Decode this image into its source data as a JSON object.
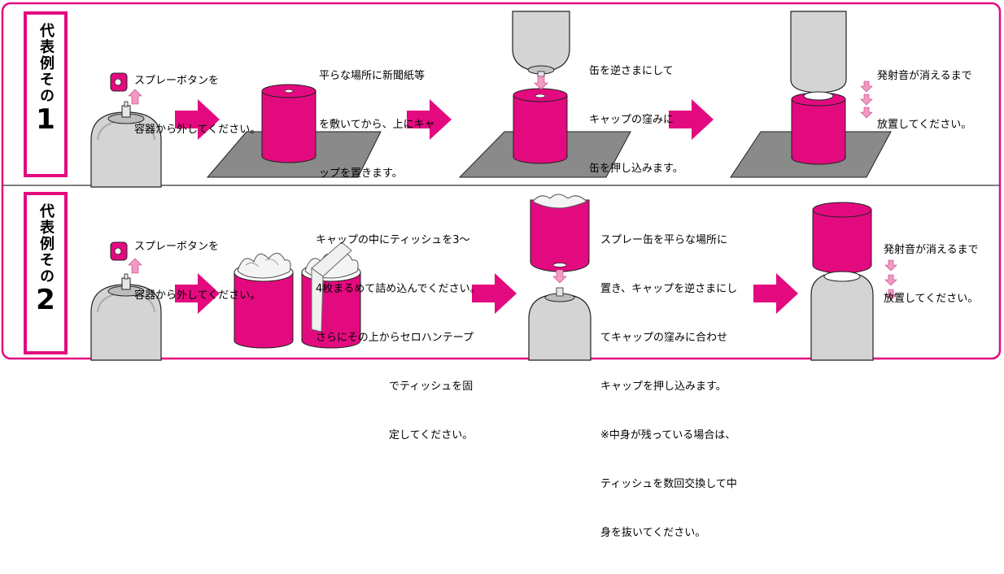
{
  "colors": {
    "accent": "#e30a7f",
    "arrow": "#e30a7f",
    "small_arrow": "#f29ac2",
    "floor": "#8a8a8a",
    "can": "#d4d4d4",
    "divider": "#555555"
  },
  "example1": {
    "tag_text": "代表例その",
    "tag_number": "1",
    "steps": [
      {
        "lines": [
          "スプレーボタンを",
          "容器から外してください。"
        ]
      },
      {
        "lines": [
          "平らな場所に新聞紙等",
          "を敷いてから、上にキャ",
          "ップを置きます。"
        ]
      },
      {
        "lines": [
          "缶を逆さまにして",
          "キャップの窪みに",
          "缶を押し込みます。"
        ]
      },
      {
        "lines": [
          "発射音が消えるまで",
          "放置してください。"
        ]
      }
    ]
  },
  "example2": {
    "tag_text": "代表例その",
    "tag_number": "2",
    "steps": [
      {
        "lines": [
          "スプレーボタンを",
          "容器から外してください。"
        ]
      },
      {
        "lines": [
          "キャップの中にティッシュを3〜",
          "4枚まるめて詰め込んでください。",
          "さらにその上からセロハンテープ",
          "でティッシュを固",
          "定してください。"
        ]
      },
      {
        "lines": [
          "スプレー缶を平らな場所に",
          "置き、キャップを逆さまにし",
          "てキャップの窪みに合わせ",
          "キャップを押し込みます。",
          "※中身が残っている場合は、",
          "ティッシュを数回交換して中",
          "身を抜いてください。"
        ]
      },
      {
        "lines": [
          "発射音が消えるまで",
          "放置してください。"
        ]
      }
    ]
  }
}
